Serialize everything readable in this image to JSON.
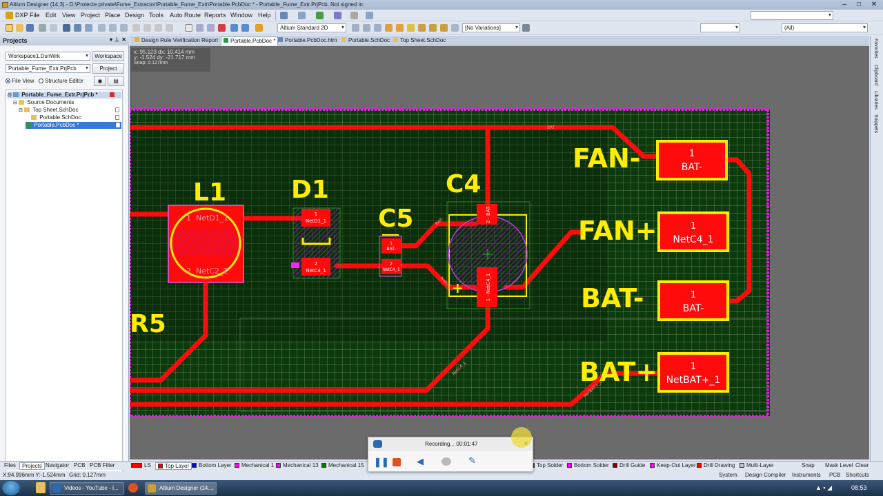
{
  "window": {
    "title": "Altium Designer (14.3) - D:\\Proiecte private\\Fume_Extractor\\Portable_Fume_Extr\\Portable.PcbDoc * - Portable_Fume_Extr.PrjPcb. Not signed in."
  },
  "menubar": {
    "items": [
      "DXP",
      "File",
      "Edit",
      "View",
      "Project",
      "Place",
      "Design",
      "Tools",
      "Auto Route",
      "Reports",
      "Window",
      "Help"
    ]
  },
  "toolbar": {
    "view_mode": "Altium Standard 2D",
    "variations": "[No Variations]",
    "filter": "(All)"
  },
  "projects_panel": {
    "title": "Projects",
    "workspace_combo": "Workspace1.DsnWrk",
    "workspace_button": "Workspace",
    "project_field": "Portable_Fume_Extr.PrjPcb",
    "project_button": "Project",
    "radio_file_view": "File View",
    "radio_structure_editor": "Structure Editor",
    "tree": {
      "project": "Portable_Fume_Extr.PrjPcb *",
      "source_documents": "Source Documents",
      "top_sheet": "Top Sheet.SchDoc",
      "portable_sch": "Portable.SchDoc",
      "portable_pcb": "Portable.PcbDoc *"
    }
  },
  "doc_tabs": [
    "Design Rule Verification Report",
    "Portable.PcbDoc *",
    "Portable.PcbDoc.htm",
    "Portable.SchDoc",
    "Top Sheet.SchDoc"
  ],
  "coords_overlay": {
    "line1": "x: 95.123   dx: 10.414 mm",
    "line2": "y: -1.524    dy: -21.717 mm",
    "line3": "Snap: 0.127mm"
  },
  "right_panels": [
    "Favorites",
    "Clipboard",
    "Libraries",
    "Snippets"
  ],
  "pcb": {
    "designators": {
      "L1": "L1",
      "D1": "D1",
      "C5": "C5",
      "C4": "C4",
      "R5": "R5"
    },
    "connector_labels": {
      "fan_minus": "FAN-",
      "fan_plus": "FAN+",
      "bat_minus": "BAT-",
      "bat_plus": "BAT+"
    },
    "pads": {
      "fan_minus_pad": {
        "num": "1",
        "net": "BAT-"
      },
      "fan_plus_pad": {
        "num": "1",
        "net": "NetC4_1"
      },
      "bat_minus_pad": {
        "num": "1",
        "net": "BAT-"
      },
      "bat_plus_pad": {
        "num": "1",
        "net": "NetBAT+_1"
      }
    },
    "pad_texts": {
      "l1_pad1": "NetD1_1",
      "l1_pad2": "NetC2_2",
      "d1_pad1": "NetD1_1",
      "d1_pad2": "NetC4_1",
      "c5_pad1": "BAT-",
      "c5_pad2": "NetC4_1",
      "c4_pad_top": "2 · BAT-",
      "c4_pad_bot": "1 · NetC4_1",
      "num1": "1",
      "num2": "2",
      "plus": "+",
      "trace_bat": "BAT",
      "trace_bat_minus": "BAT-",
      "trace_netc4_a": "NetC4_1",
      "trace_netc4_b": "NetC4_1",
      "trace_netbat": "NetBAT+_1"
    }
  },
  "bottom_tabs": [
    "Files",
    "Projects",
    "Navigator",
    "PCB",
    "PCB Filter"
  ],
  "layers": [
    {
      "name": "LS",
      "color": "#ff0000"
    },
    {
      "name": "Top Layer",
      "color": "#ff0000"
    },
    {
      "name": "Bottom Layer",
      "color": "#0000ff"
    },
    {
      "name": "Mechanical 1",
      "color": "#ff00ff"
    },
    {
      "name": "Mechanical 13",
      "color": "#ff00ff"
    },
    {
      "name": "Mechanical 15",
      "color": "#008000"
    },
    {
      "name": "Top Solder",
      "color": "#800080"
    },
    {
      "name": "Bottom Solder",
      "color": "#ff00ff"
    },
    {
      "name": "Drill Guide",
      "color": "#800000"
    },
    {
      "name": "Keep-Out Layer",
      "color": "#ff00ff"
    },
    {
      "name": "Drill Drawing",
      "color": "#ff0000"
    },
    {
      "name": "Multi-Layer",
      "color": "#c0c0c0"
    }
  ],
  "status_right": [
    "Snap",
    "Mask Level",
    "Clear"
  ],
  "statusbar": {
    "position": "X:94.996mm Y:-1.524mm",
    "grid": "Grid: 0.127mm",
    "right_items": [
      "System",
      "Design Compiler",
      "Instruments",
      "PCB",
      "Shortcuts"
    ]
  },
  "recorder": {
    "status": "Recording... 00:01:47"
  },
  "taskbar": {
    "items": [
      "Videos - YouTube - I...",
      "Altium Designer (14...."
    ],
    "clock": "08:53"
  }
}
